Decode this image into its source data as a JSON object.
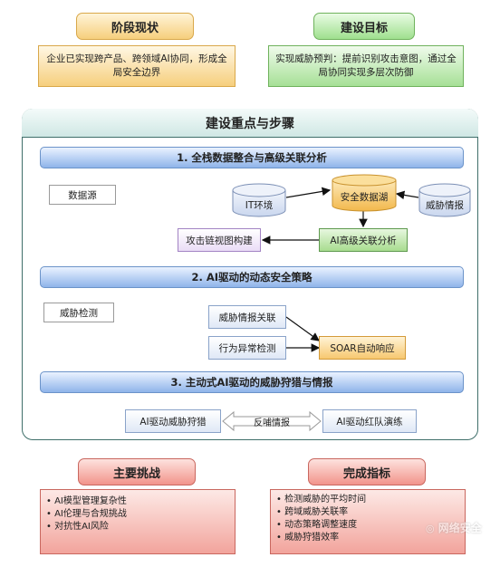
{
  "current_state": {
    "title": "阶段现状",
    "text": "企业已实现跨产品、跨领域AI协同，形成全局安全边界"
  },
  "goal": {
    "title": "建设目标",
    "text": "实现威胁预判：提前识别攻击意图，通过全局协同实现多层次防御"
  },
  "main": {
    "title": "建设重点与步骤",
    "step1": {
      "title": "1. 全栈数据整合与高级关联分析",
      "tag": "数据源",
      "it_env": "IT环境",
      "data_lake": "安全数据湖",
      "threat_intel": "威胁情报",
      "ai_correlation": "AI高级关联分析",
      "attack_chain": "攻击链视图构建"
    },
    "step2": {
      "title": "2. AI驱动的动态安全策略",
      "tag": "威胁检测",
      "intel_corr": "威胁情报关联",
      "anomaly": "行为异常检测",
      "soar": "SOAR自动响应"
    },
    "step3": {
      "title": "3. 主动式AI驱动的威胁狩猎与情报",
      "hunting": "AI驱动威胁狩猎",
      "feedback": "反哺情报",
      "red_team": "AI驱动红队演练"
    }
  },
  "challenges": {
    "title": "主要挑战",
    "items": [
      "AI模型管理复杂性",
      "AI伦理与合规挑战",
      "对抗性AI风险"
    ]
  },
  "metrics": {
    "title": "完成指标",
    "items": [
      "检测威胁的平均时间",
      "跨域威胁关联率",
      "动态策略调整速度",
      "威胁狩猎效率"
    ]
  },
  "watermark": "网络安全"
}
